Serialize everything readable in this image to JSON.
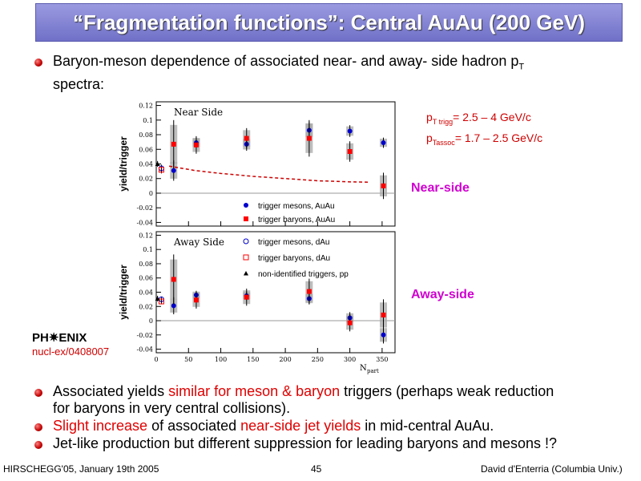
{
  "title": "“Fragmentation functions”: Central AuAu (200 GeV)",
  "intro": {
    "line1": "Baryon-meson dependence of associated near- and away- side hadron p",
    "line1_sub": "T",
    "line2": "spectra:"
  },
  "params": {
    "p1_main": "p",
    "p1_sub": "T trigg",
    "p1_rest": "= 2.5 – 4 GeV/c",
    "p2_main": "p",
    "p2_sub": "Tassoc",
    "p2_rest": "= 1.7 – 2.5 GeV/c"
  },
  "labels": {
    "near_side": "Near-side",
    "away_side": "Away-side"
  },
  "phenix": {
    "logo": "PH✷ENIX",
    "ref": "nucl-ex/0408007"
  },
  "bullets": [
    {
      "a": "Associated yields ",
      "b": "similar for meson & baryon",
      "c": " triggers (perhaps weak reduction",
      "d": "for baryons in very central collisions)."
    },
    {
      "a": "Slight increase",
      "b": " of associated ",
      "c": "near-side jet yields",
      "d": " in mid-central AuAu."
    },
    {
      "a": "Jet-like production but different suppression for leading baryons and mesons !?"
    }
  ],
  "footer": {
    "left": "HIRSCHEGG'05, January 19th 2005",
    "center": "45",
    "right": "David d'Enterria (Columbia Univ.)"
  },
  "chart_data": [
    {
      "type": "scatter",
      "title": "Near Side",
      "ylabel": "yield/trigger",
      "xlabel": "N",
      "xlabel_sub": "part",
      "xlim": [
        0,
        370
      ],
      "ylim": [
        -0.045,
        0.125
      ],
      "yticks": [
        -0.04,
        -0.02,
        0,
        0.02,
        0.04,
        0.06,
        0.08,
        0.1,
        0.12
      ],
      "ytick_labels": [
        "-0.04",
        "-0.02",
        "0",
        "0.02",
        "0.04",
        "0.06",
        "0.08",
        "0.1",
        "0.12"
      ],
      "legend": [
        "trigger mesons, AuAu",
        "trigger baryons, AuAu"
      ],
      "series": [
        {
          "name": "trigger mesons, AuAu",
          "color": "#0000cc",
          "marker": "filled-circle",
          "x": [
            27,
            62,
            140,
            237,
            300,
            352
          ],
          "y": [
            0.031,
            0.069,
            0.067,
            0.086,
            0.085,
            0.069
          ],
          "err": [
            0.014,
            0.007,
            0.009,
            0.012,
            0.008,
            0.007
          ]
        },
        {
          "name": "trigger baryons, AuAu",
          "color": "#ff0000",
          "marker": "filled-square",
          "x": [
            27,
            62,
            140,
            237,
            300,
            352
          ],
          "y": [
            0.067,
            0.066,
            0.075,
            0.075,
            0.057,
            0.01
          ],
          "err": [
            0.033,
            0.012,
            0.014,
            0.025,
            0.014,
            0.018
          ]
        },
        {
          "name": "trigger mesons, dAu",
          "color": "#0000cc",
          "marker": "open-circle",
          "x": [
            8
          ],
          "y": [
            0.034
          ],
          "err": [
            0.005
          ]
        },
        {
          "name": "trigger baryons, dAu",
          "color": "#ff0000",
          "marker": "open-square",
          "x": [
            8
          ],
          "y": [
            0.032
          ],
          "err": [
            0.005
          ]
        },
        {
          "name": "non-identified triggers, pp",
          "color": "#000000",
          "marker": "triangle",
          "x": [
            2
          ],
          "y": [
            0.04
          ],
          "err": [
            0.004
          ]
        }
      ],
      "curve": {
        "color": "#cc0000",
        "style": "dashed",
        "x": [
          20,
          60,
          100,
          150,
          200,
          250,
          300,
          330
        ],
        "y": [
          0.037,
          0.031,
          0.027,
          0.023,
          0.02,
          0.017,
          0.0155,
          0.015
        ]
      }
    },
    {
      "type": "scatter",
      "title": "Away Side",
      "ylabel": "yield/trigger",
      "xlabel": "N",
      "xlabel_sub": "part",
      "xlim": [
        0,
        370
      ],
      "ylim": [
        -0.045,
        0.125
      ],
      "xticks": [
        0,
        50,
        100,
        150,
        200,
        250,
        300,
        350
      ],
      "xtick_labels": [
        "0",
        "50",
        "100",
        "150",
        "200",
        "250",
        "300",
        "350"
      ],
      "yticks": [
        -0.04,
        -0.02,
        0,
        0.02,
        0.04,
        0.06,
        0.08,
        0.1,
        0.12
      ],
      "ytick_labels": [
        "-0.04",
        "-0.02",
        "0",
        "0.02",
        "0.04",
        "0.06",
        "0.08",
        "0.1",
        "0.12"
      ],
      "legend": [
        "trigger mesons, dAu",
        "trigger baryons, dAu",
        "non-identified triggers, pp"
      ],
      "series": [
        {
          "name": "trigger mesons, AuAu",
          "color": "#0000cc",
          "marker": "filled-circle",
          "x": [
            27,
            62,
            140,
            237,
            300,
            352
          ],
          "y": [
            0.021,
            0.036,
            0.035,
            0.031,
            0.004,
            -0.02
          ],
          "err": [
            0.012,
            0.006,
            0.006,
            0.008,
            0.008,
            0.012
          ]
        },
        {
          "name": "trigger baryons, AuAu",
          "color": "#ff0000",
          "marker": "filled-square",
          "x": [
            27,
            62,
            140,
            237,
            300,
            352
          ],
          "y": [
            0.058,
            0.029,
            0.033,
            0.041,
            -0.003,
            0.008
          ],
          "err": [
            0.035,
            0.012,
            0.012,
            0.018,
            0.012,
            0.022
          ]
        },
        {
          "name": "trigger mesons, dAu",
          "color": "#0000cc",
          "marker": "open-circle",
          "x": [
            8
          ],
          "y": [
            0.03
          ],
          "err": [
            0.004
          ]
        },
        {
          "name": "trigger baryons, dAu",
          "color": "#ff0000",
          "marker": "open-square",
          "x": [
            8
          ],
          "y": [
            0.027
          ],
          "err": [
            0.004
          ]
        },
        {
          "name": "non-identified triggers, pp",
          "color": "#000000",
          "marker": "triangle",
          "x": [
            2
          ],
          "y": [
            0.031
          ],
          "err": [
            0.004
          ]
        }
      ]
    }
  ]
}
